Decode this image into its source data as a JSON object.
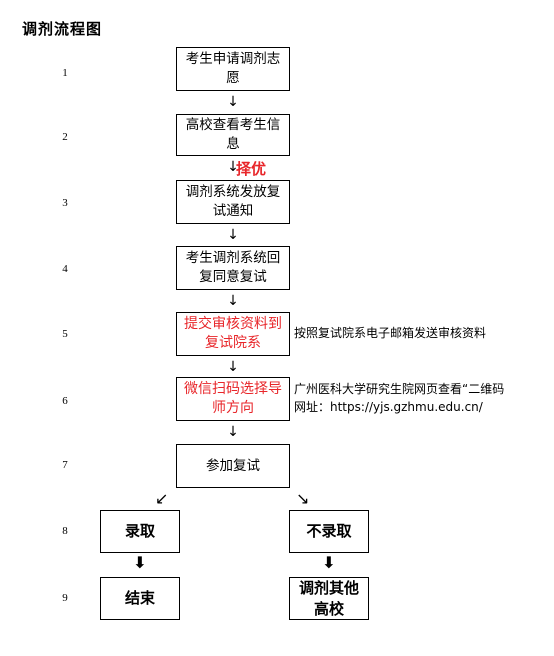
{
  "title": "调剂流程图",
  "steps": [
    "1",
    "2",
    "3",
    "4",
    "5",
    "6",
    "7",
    "8",
    "9"
  ],
  "boxes": {
    "b1": "考生申请调剂志愿",
    "b2": "高校查看考生信息",
    "b3": "调剂系统发放复试通知",
    "b4": "考生调剂系统回复同意复试",
    "b5": "提交审核资料到复试院系",
    "b6": "微信扫码选择导师方向",
    "b7": "参加复试",
    "admit": "录取",
    "not_admit": "不录取",
    "end": "结束",
    "other": "调剂其他高校"
  },
  "select_label": "择优",
  "notes": {
    "n5": "按照复试院系电子邮箱发送审核资料",
    "n6_line1": "广州医科大学研究生院网页查看“二维码",
    "n6_line2": "网址：https://yjs.gzhmu.edu.cn/"
  },
  "arrows": {
    "down": "↓",
    "down_bold": "⬇",
    "left_diag": "↙",
    "right_diag": "↘"
  },
  "colors": {
    "red": "#e8262a",
    "black": "#000000"
  }
}
